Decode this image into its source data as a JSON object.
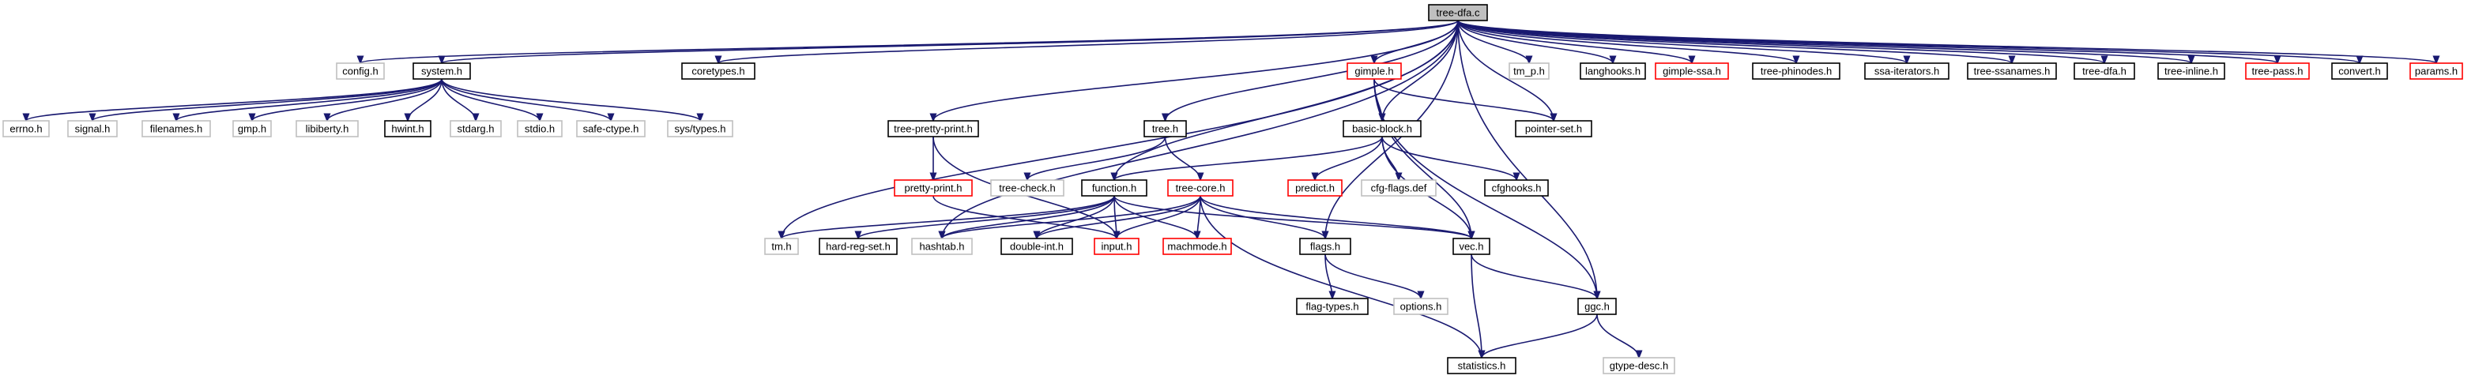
{
  "diagram": {
    "title": "tree-dfa.c",
    "nodes": [
      {
        "id": "tree-dfa.c",
        "label": "tree-dfa.c",
        "style": "root"
      },
      {
        "id": "config.h",
        "label": "config.h",
        "style": "gray"
      },
      {
        "id": "system.h",
        "label": "system.h",
        "style": "black"
      },
      {
        "id": "coretypes.h",
        "label": "coretypes.h",
        "style": "black"
      },
      {
        "id": "tm.h",
        "label": "tm.h",
        "style": "gray"
      },
      {
        "id": "hashtab.h",
        "label": "hashtab.h",
        "style": "gray"
      },
      {
        "id": "tree-pretty-print.h",
        "label": "tree-pretty-print.h",
        "style": "black"
      },
      {
        "id": "tree.h",
        "label": "tree.h",
        "style": "black"
      },
      {
        "id": "function.h",
        "label": "function.h",
        "style": "black"
      },
      {
        "id": "flags.h",
        "label": "flags.h",
        "style": "black"
      },
      {
        "id": "basic-block.h",
        "label": "basic-block.h",
        "style": "black"
      },
      {
        "id": "gimple.h",
        "label": "gimple.h",
        "style": "red"
      },
      {
        "id": "tm_p.h",
        "label": "tm_p.h",
        "style": "gray"
      },
      {
        "id": "langhooks.h",
        "label": "langhooks.h",
        "style": "black"
      },
      {
        "id": "gimple-ssa.h",
        "label": "gimple-ssa.h",
        "style": "red"
      },
      {
        "id": "tree-phinodes.h",
        "label": "tree-phinodes.h",
        "style": "black"
      },
      {
        "id": "ssa-iterators.h",
        "label": "ssa-iterators.h",
        "style": "black"
      },
      {
        "id": "tree-ssanames.h",
        "label": "tree-ssanames.h",
        "style": "black"
      },
      {
        "id": "tree-dfa.h",
        "label": "tree-dfa.h",
        "style": "black"
      },
      {
        "id": "tree-inline.h",
        "label": "tree-inline.h",
        "style": "black"
      },
      {
        "id": "tree-pass.h",
        "label": "tree-pass.h",
        "style": "red"
      },
      {
        "id": "convert.h",
        "label": "convert.h",
        "style": "black"
      },
      {
        "id": "params.h",
        "label": "params.h",
        "style": "red"
      },
      {
        "id": "errno.h",
        "label": "errno.h",
        "style": "gray"
      },
      {
        "id": "signal.h",
        "label": "signal.h",
        "style": "gray"
      },
      {
        "id": "filenames.h",
        "label": "filenames.h",
        "style": "gray"
      },
      {
        "id": "gmp.h",
        "label": "gmp.h",
        "style": "gray"
      },
      {
        "id": "libiberty.h",
        "label": "libiberty.h",
        "style": "gray"
      },
      {
        "id": "hwint.h",
        "label": "hwint.h",
        "style": "black"
      },
      {
        "id": "stdarg.h",
        "label": "stdarg.h",
        "style": "gray"
      },
      {
        "id": "stdio.h",
        "label": "stdio.h",
        "style": "gray"
      },
      {
        "id": "safe-ctype.h",
        "label": "safe-ctype.h",
        "style": "gray"
      },
      {
        "id": "sys/types.h",
        "label": "sys/types.h",
        "style": "gray"
      },
      {
        "id": "pointer-set.h",
        "label": "pointer-set.h",
        "style": "black"
      },
      {
        "id": "pretty-print.h",
        "label": "pretty-print.h",
        "style": "red"
      },
      {
        "id": "tree-check.h",
        "label": "tree-check.h",
        "style": "gray"
      },
      {
        "id": "tree-core.h",
        "label": "tree-core.h",
        "style": "red"
      },
      {
        "id": "predict.h",
        "label": "predict.h",
        "style": "red"
      },
      {
        "id": "cfg-flags.def",
        "label": "cfg-flags.def",
        "style": "gray"
      },
      {
        "id": "cfghooks.h",
        "label": "cfghooks.h",
        "style": "black"
      },
      {
        "id": "hard-reg-set.h",
        "label": "hard-reg-set.h",
        "style": "black"
      },
      {
        "id": "double-int.h",
        "label": "double-int.h",
        "style": "black"
      },
      {
        "id": "input.h",
        "label": "input.h",
        "style": "red"
      },
      {
        "id": "machmode.h",
        "label": "machmode.h",
        "style": "red"
      },
      {
        "id": "vec.h",
        "label": "vec.h",
        "style": "black"
      },
      {
        "id": "flag-types.h",
        "label": "flag-types.h",
        "style": "black"
      },
      {
        "id": "options.h",
        "label": "options.h",
        "style": "gray"
      },
      {
        "id": "ggc.h",
        "label": "ggc.h",
        "style": "black"
      },
      {
        "id": "statistics.h",
        "label": "statistics.h",
        "style": "black"
      },
      {
        "id": "gtype-desc.h",
        "label": "gtype-desc.h",
        "style": "gray"
      }
    ],
    "edges": [
      [
        "tree-dfa.c",
        "config.h"
      ],
      [
        "tree-dfa.c",
        "system.h"
      ],
      [
        "tree-dfa.c",
        "coretypes.h"
      ],
      [
        "tree-dfa.c",
        "tm.h"
      ],
      [
        "tree-dfa.c",
        "hashtab.h"
      ],
      [
        "tree-dfa.c",
        "tree-pretty-print.h"
      ],
      [
        "tree-dfa.c",
        "tree.h"
      ],
      [
        "tree-dfa.c",
        "function.h"
      ],
      [
        "tree-dfa.c",
        "flags.h"
      ],
      [
        "tree-dfa.c",
        "basic-block.h"
      ],
      [
        "tree-dfa.c",
        "gimple.h"
      ],
      [
        "tree-dfa.c",
        "tm_p.h"
      ],
      [
        "tree-dfa.c",
        "langhooks.h"
      ],
      [
        "tree-dfa.c",
        "gimple-ssa.h"
      ],
      [
        "tree-dfa.c",
        "tree-phinodes.h"
      ],
      [
        "tree-dfa.c",
        "ssa-iterators.h"
      ],
      [
        "tree-dfa.c",
        "tree-ssanames.h"
      ],
      [
        "tree-dfa.c",
        "tree-dfa.h"
      ],
      [
        "tree-dfa.c",
        "tree-inline.h"
      ],
      [
        "tree-dfa.c",
        "tree-pass.h"
      ],
      [
        "tree-dfa.c",
        "convert.h"
      ],
      [
        "tree-dfa.c",
        "params.h"
      ],
      [
        "tree-dfa.c",
        "ggc.h"
      ],
      [
        "tree-dfa.c",
        "pointer-set.h"
      ],
      [
        "system.h",
        "errno.h"
      ],
      [
        "system.h",
        "signal.h"
      ],
      [
        "system.h",
        "filenames.h"
      ],
      [
        "system.h",
        "gmp.h"
      ],
      [
        "system.h",
        "libiberty.h"
      ],
      [
        "system.h",
        "hwint.h"
      ],
      [
        "system.h",
        "stdarg.h"
      ],
      [
        "system.h",
        "stdio.h"
      ],
      [
        "system.h",
        "safe-ctype.h"
      ],
      [
        "system.h",
        "sys/types.h"
      ],
      [
        "gimple.h",
        "pointer-set.h"
      ],
      [
        "gimple.h",
        "basic-block.h"
      ],
      [
        "gimple.h",
        "vec.h"
      ],
      [
        "gimple.h",
        "ggc.h"
      ],
      [
        "tree-pretty-print.h",
        "pretty-print.h"
      ],
      [
        "tree-pretty-print.h",
        "input.h"
      ],
      [
        "tree.h",
        "tree-check.h"
      ],
      [
        "tree.h",
        "tree-core.h"
      ],
      [
        "basic-block.h",
        "function.h"
      ],
      [
        "basic-block.h",
        "predict.h"
      ],
      [
        "basic-block.h",
        "cfg-flags.def"
      ],
      [
        "basic-block.h",
        "cfghooks.h"
      ],
      [
        "basic-block.h",
        "vec.h"
      ],
      [
        "pretty-print.h",
        "input.h"
      ],
      [
        "function.h",
        "tm.h"
      ],
      [
        "function.h",
        "hard-reg-set.h"
      ],
      [
        "function.h",
        "hashtab.h"
      ],
      [
        "function.h",
        "double-int.h"
      ],
      [
        "function.h",
        "input.h"
      ],
      [
        "function.h",
        "machmode.h"
      ],
      [
        "function.h",
        "vec.h"
      ],
      [
        "tree-core.h",
        "hashtab.h"
      ],
      [
        "tree-core.h",
        "double-int.h"
      ],
      [
        "tree-core.h",
        "input.h"
      ],
      [
        "tree-core.h",
        "machmode.h"
      ],
      [
        "tree-core.h",
        "flags.h"
      ],
      [
        "tree-core.h",
        "vec.h"
      ],
      [
        "tree-core.h",
        "statistics.h"
      ],
      [
        "flags.h",
        "flag-types.h"
      ],
      [
        "flags.h",
        "options.h"
      ],
      [
        "vec.h",
        "ggc.h"
      ],
      [
        "vec.h",
        "statistics.h"
      ],
      [
        "ggc.h",
        "statistics.h"
      ],
      [
        "ggc.h",
        "gtype-desc.h"
      ]
    ],
    "colors": {
      "edge": "#191970",
      "root_fill": "#bfbfbf",
      "black_border": "#000000",
      "red_border": "#ff0000",
      "gray_border": "#bfbfbf",
      "text": "#000000"
    }
  }
}
